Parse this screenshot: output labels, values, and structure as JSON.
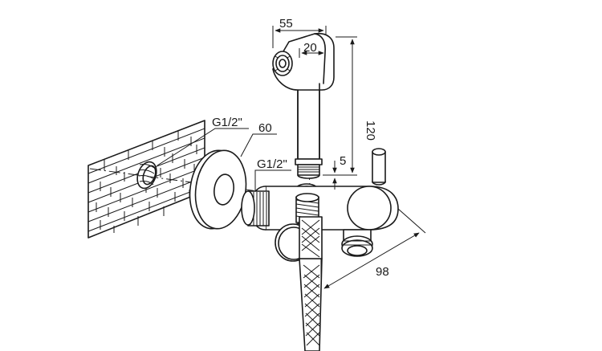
{
  "labels": {
    "thread_wall": "G1/2\"",
    "thread_valve": "G1/2\"",
    "flange_diameter": "60",
    "head_width": "55",
    "head_depth": "20",
    "handle_length": "120",
    "gap": "5",
    "valve_width": "98"
  },
  "colors": {
    "ink": "#1a1a1a",
    "background": "#ffffff"
  }
}
